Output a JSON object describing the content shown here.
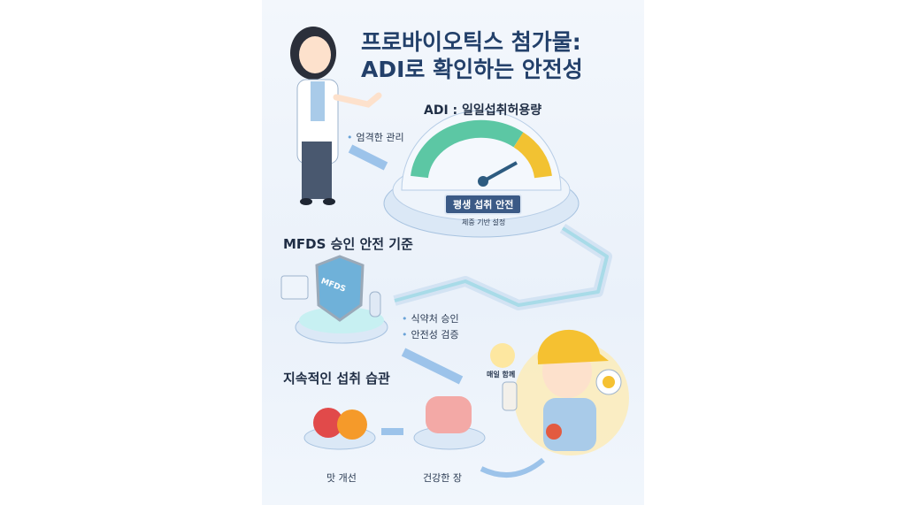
{
  "title": {
    "line1": "프로바이오틱스 첨가물:",
    "line2": "ADI로 확인하는 안전성"
  },
  "adi": {
    "heading": "ADI : 일일섭취허용량",
    "note": "엄격한 관리",
    "gauge_label": "평생 섭취 안전",
    "gauge_sub": "체중 기반 설정"
  },
  "mfds": {
    "heading": "MFDS 승인 안전 기준",
    "shield_text": "MFDS",
    "bullets": [
      "식약처 승인",
      "안전성 검증"
    ]
  },
  "habit": {
    "heading": "지속적인 섭취 습관",
    "steps": [
      "맛 개선",
      "건강한 장"
    ],
    "calendar_label": "매일 함께"
  },
  "colors": {
    "title": "#23406a",
    "accent": "#6aa3d8",
    "gauge_green": "#5cc7a4",
    "gauge_yellow": "#f2c232",
    "hat": "#f5c131"
  }
}
